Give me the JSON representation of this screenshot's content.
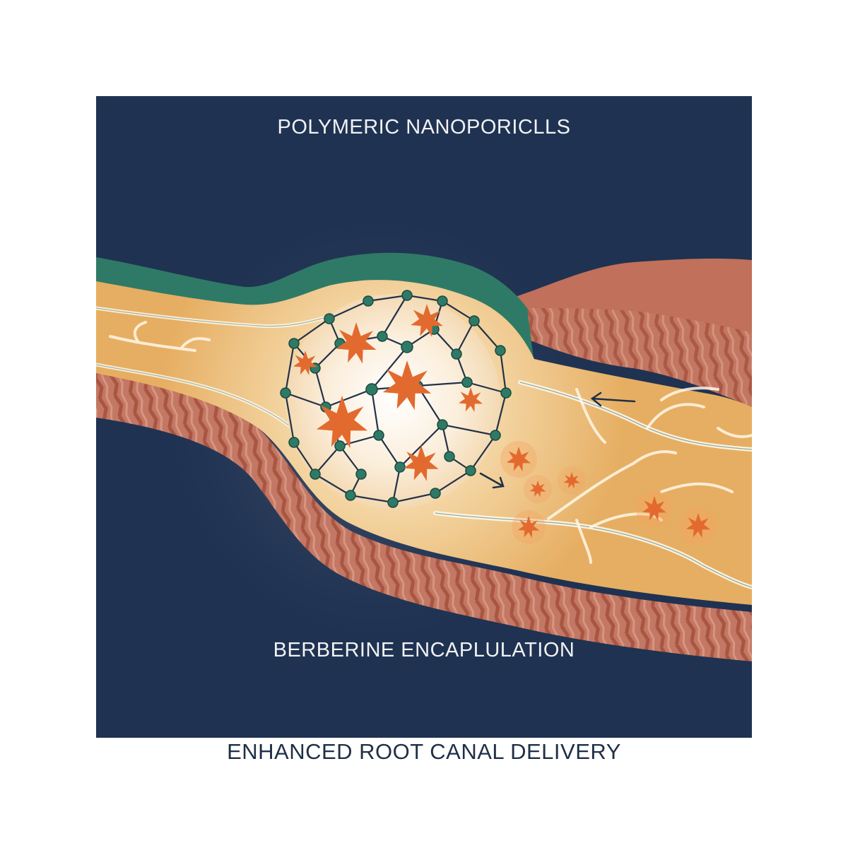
{
  "title_top": "POLYMERIC NANOPORICLLS",
  "title_middle": "BERBERINE ENCAPLULATION",
  "caption": "ENHANCED ROOT CANAL DELIVERY",
  "colors": {
    "background": "#1f3252",
    "dentin": "#e8b46a",
    "canal_glow": "#f9ecd4",
    "gum_stripes": "#b9644f",
    "enamel_green": "#2f7a66",
    "node": "#2f7a66",
    "particle": "#e36a2f",
    "caption_text": "#1f2f47"
  },
  "icons": [
    "nanoparticle-sphere-icon",
    "berberine-particle-icon",
    "arrow-left-icon",
    "arrow-right-icon"
  ]
}
